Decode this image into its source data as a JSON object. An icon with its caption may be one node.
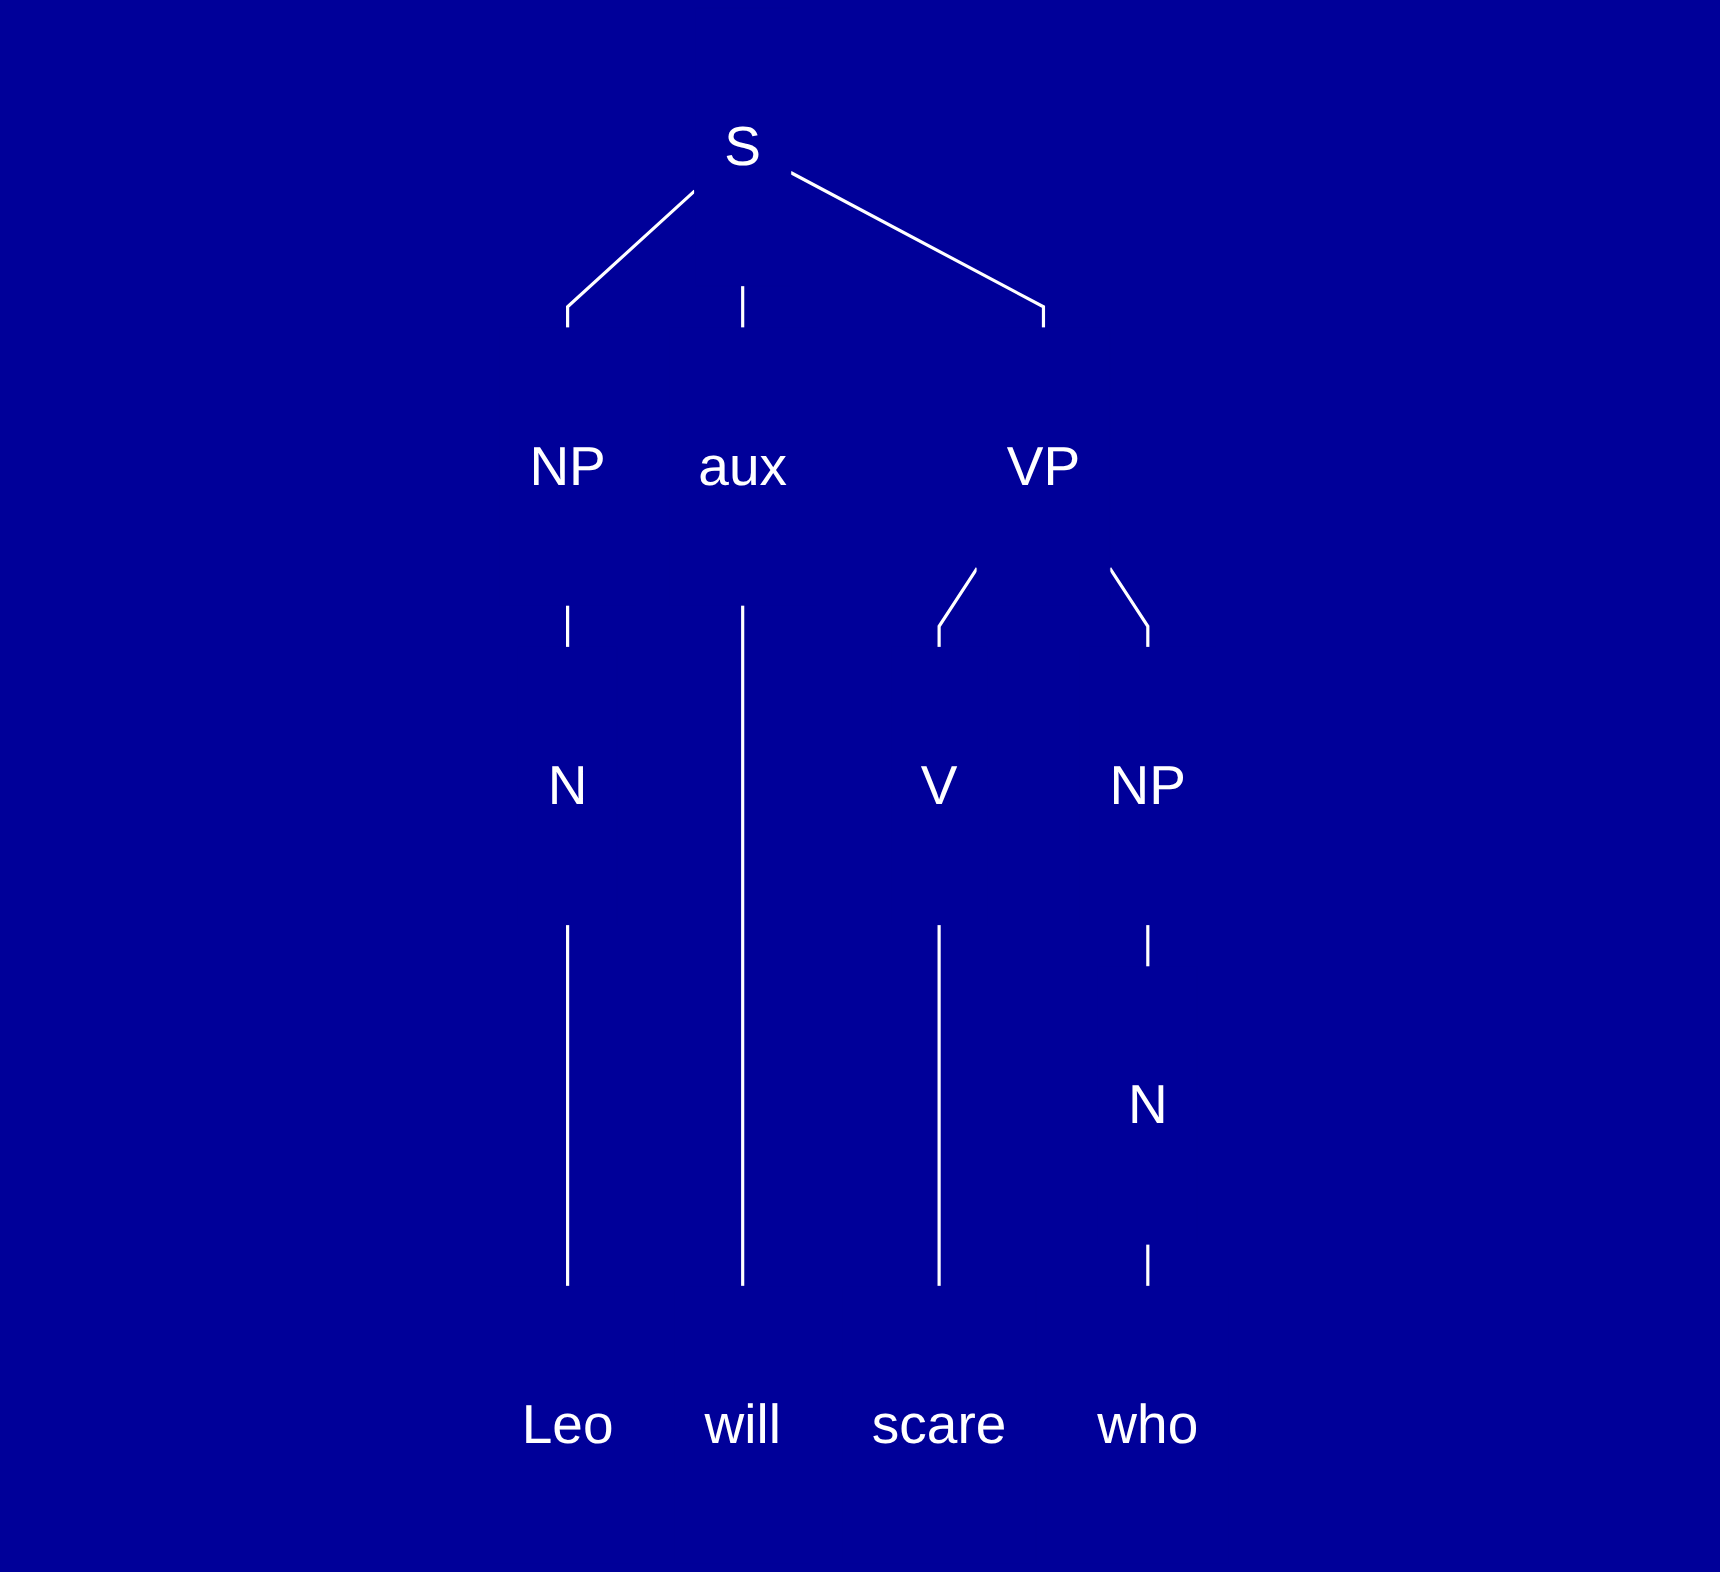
{
  "diagram": {
    "nodes": [
      {
        "text": [
          "S"
        ]
      },
      {
        "text": [
          "NP"
        ]
      },
      {
        "text": [
          "aux"
        ]
      },
      {
        "text": [
          "VP"
        ]
      },
      {
        "text": [
          "N"
        ]
      },
      {
        "text": [
          "V"
        ]
      },
      {
        "text": [
          "NP"
        ]
      },
      {
        "text": [
          "N"
        ]
      },
      {
        "text": [
          "Leo"
        ]
      },
      {
        "text": [
          "will"
        ]
      },
      {
        "text": [
          "scare"
        ]
      },
      {
        "text": [
          "who"
        ]
      }
    ],
    "edges": [
      {
        "from": 0,
        "to": 1,
        "arrow": "none"
      },
      {
        "from": 0,
        "to": 2,
        "arrow": "none"
      },
      {
        "from": 0,
        "to": 3,
        "arrow": "none"
      },
      {
        "from": 1,
        "to": 4,
        "arrow": "none"
      },
      {
        "from": 2,
        "to": 9,
        "arrow": "none"
      },
      {
        "from": 3,
        "to": 5,
        "arrow": "none"
      },
      {
        "from": 3,
        "to": 6,
        "arrow": "none"
      },
      {
        "from": 4,
        "to": 8,
        "arrow": "none"
      },
      {
        "from": 5,
        "to": 10,
        "arrow": "none"
      },
      {
        "from": 6,
        "to": 7,
        "arrow": "none"
      },
      {
        "from": 7,
        "to": 11,
        "arrow": "none"
      }
    ]
  }
}
